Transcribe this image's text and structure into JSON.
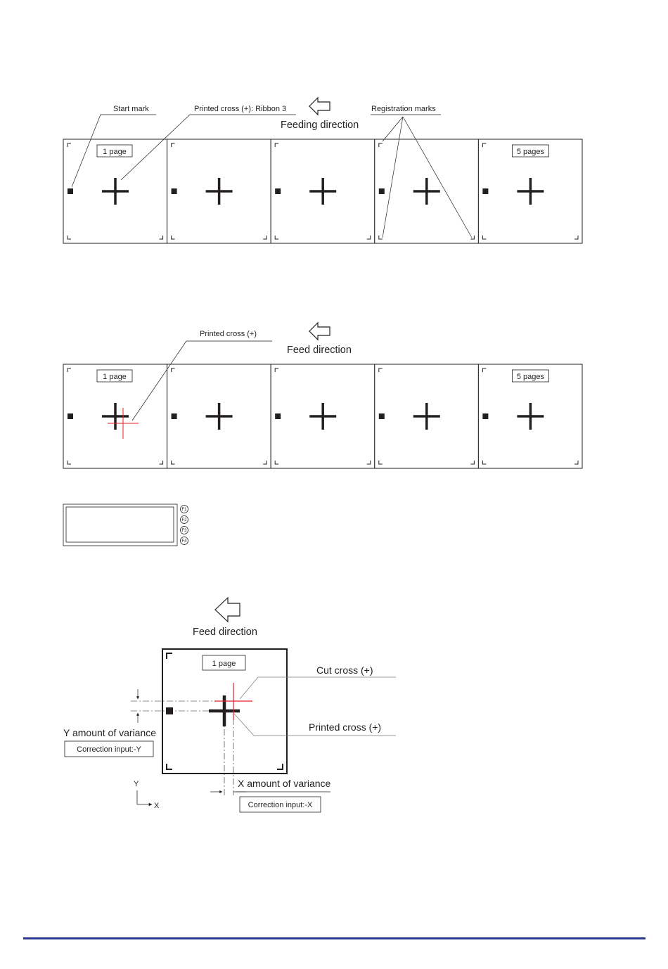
{
  "diagram1": {
    "start_mark_label": "Start mark",
    "printed_cross_label": "Printed cross (+): Ribbon 3",
    "registration_marks_label": "Registration marks",
    "direction_label": "Feeding direction",
    "first_page_label": "1 page",
    "last_page_label": "5 pages"
  },
  "diagram2": {
    "printed_cross_label": "Printed cross (+)",
    "direction_label": "Feed direction",
    "first_page_label": "1 page",
    "last_page_label": "5 pages"
  },
  "panel": {
    "keys": [
      "F1",
      "F2",
      "F3",
      "F4"
    ]
  },
  "diagram3": {
    "direction_label": "Feed direction",
    "page_label": "1 page",
    "cut_cross_label": "Cut cross (+)",
    "printed_cross_label": "Printed cross (+)",
    "y_variance_label": "Y amount of variance",
    "y_correction_label": "Correction input:-Y",
    "x_variance_label": "X amount of variance",
    "x_correction_label": "Correction input:-X",
    "axis_y_label": "Y",
    "axis_x_label": "X"
  },
  "colors": {
    "ink": "#231f20",
    "cut_cross": "#e4202a",
    "footer_rule": "#2b3990",
    "leader": "#7a7a7a"
  }
}
